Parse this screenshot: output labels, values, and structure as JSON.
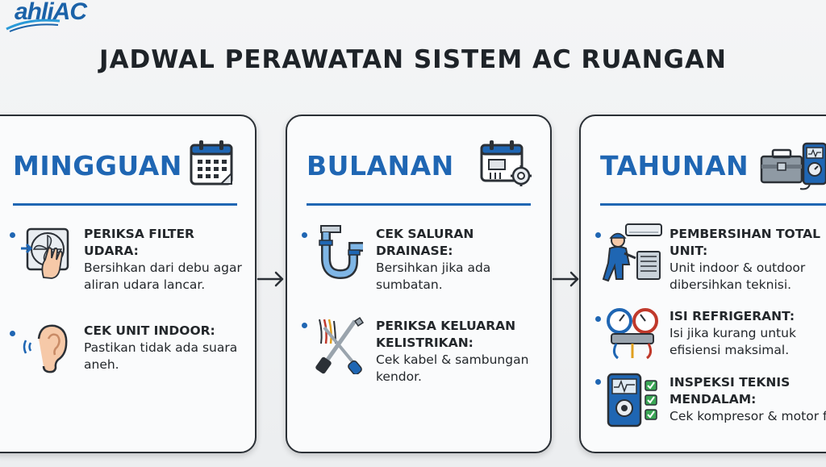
{
  "logo": {
    "text": "ahliAC"
  },
  "title": "JADWAL PERAWATAN SISTEM AC RUANGAN",
  "colors": {
    "accent": "#1f66b3",
    "border": "#2b3036",
    "text": "#23272b"
  },
  "cards": [
    {
      "heading": "MINGGUAN",
      "icon": "calendar-icon",
      "items": [
        {
          "icon": "filter-fan-icon",
          "title": "PERIKSA FILTER UDARA:",
          "body": "Bersihkan dari debu agar aliran udara lancar."
        },
        {
          "icon": "ear-icon",
          "title": "CEK UNIT INDOOR:",
          "body": "Pastikan tidak ada suara aneh."
        }
      ]
    },
    {
      "heading": "BULANAN",
      "icon": "calendar-gear-icon",
      "items": [
        {
          "icon": "drain-pipe-icon",
          "title": "CEK SALURAN DRAINASE:",
          "body": "Bersihkan jika ada sumbatan."
        },
        {
          "icon": "tools-wires-icon",
          "title": "PERIKSA KELUARAN KELISTRIKAN:",
          "body": "Cek kabel & sambungan kendor."
        }
      ]
    },
    {
      "heading": "TAHUNAN",
      "icon": "toolbox-meter-icon",
      "items": [
        {
          "icon": "technician-icon",
          "title": "PEMBERSIHAN TOTAL UNIT:",
          "body": "Unit indoor & outdoor dibersihkan teknisi."
        },
        {
          "icon": "gauge-manifold-icon",
          "title": "ISI REFRIGERANT:",
          "body": "Isi jika kurang untuk efisiensi maksimal."
        },
        {
          "icon": "checklist-meter-icon",
          "title": "INSPEKSI TEKNIS MENDALAM:",
          "body": "Cek kompresor & motor fan"
        }
      ]
    }
  ]
}
